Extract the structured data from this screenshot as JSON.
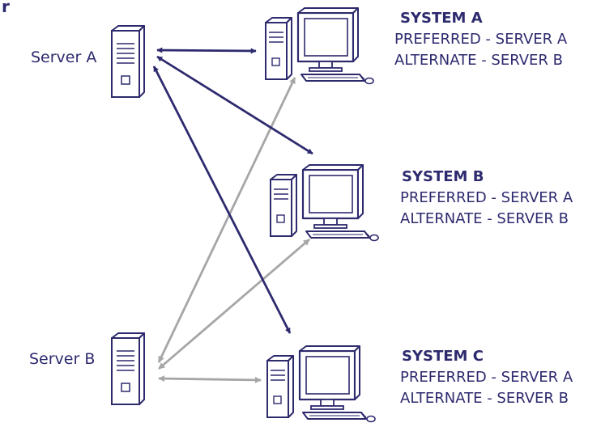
{
  "corner_fragment": "r",
  "colors": {
    "primary": "#2d2a6e",
    "secondary": "#a6a6a6",
    "device_fill": "#ffffff"
  },
  "servers": [
    {
      "label": "Server A"
    },
    {
      "label": "Server B"
    }
  ],
  "systems": [
    {
      "title": "SYSTEM A",
      "preferred": "PREFERRED - SERVER A",
      "alternate": "ALTERNATE - SERVER B"
    },
    {
      "title": "SYSTEM B",
      "preferred": "PREFERRED - SERVER A",
      "alternate": "ALTERNATE - SERVER B"
    },
    {
      "title": "SYSTEM C",
      "preferred": "PREFERRED - SERVER A",
      "alternate": "ALTERNATE - SERVER B"
    }
  ],
  "connections": [
    {
      "from": "Server A",
      "to": "SYSTEM A",
      "role": "preferred"
    },
    {
      "from": "Server A",
      "to": "SYSTEM B",
      "role": "preferred"
    },
    {
      "from": "Server A",
      "to": "SYSTEM C",
      "role": "preferred"
    },
    {
      "from": "Server B",
      "to": "SYSTEM A",
      "role": "alternate"
    },
    {
      "from": "Server B",
      "to": "SYSTEM B",
      "role": "alternate"
    },
    {
      "from": "Server B",
      "to": "SYSTEM C",
      "role": "alternate"
    }
  ]
}
